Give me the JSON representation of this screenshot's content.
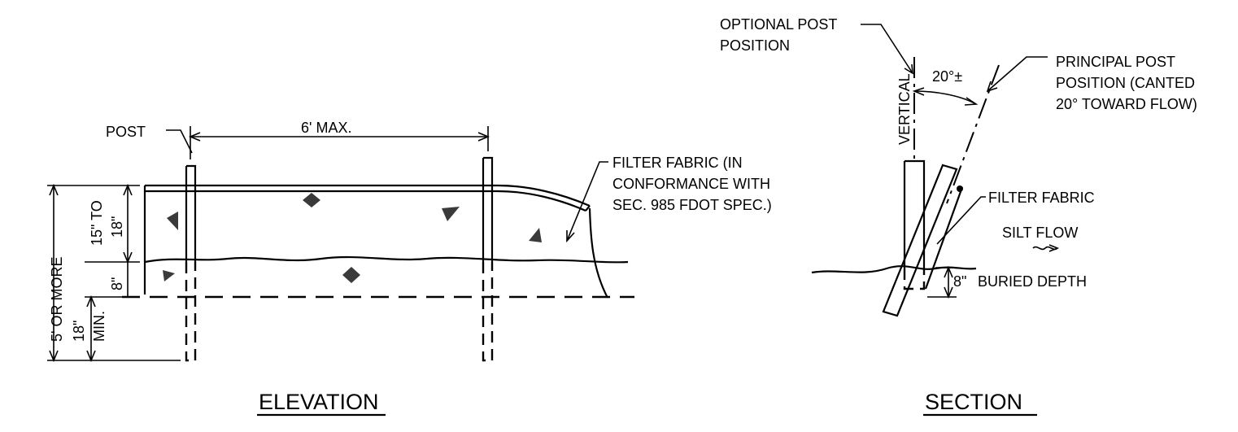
{
  "elevation": {
    "title": "ELEVATION",
    "post_label": "POST",
    "spacing_label": "6' MAX.",
    "fabric_label": [
      "FILTER FABRIC (IN",
      "CONFORMANCE WITH",
      "SEC. 985 FDOT SPEC.)"
    ],
    "overall_height_label": "5' OR MORE",
    "fabric_height_label": [
      "15\" TO",
      "18\""
    ],
    "above_ground_label": "8\"",
    "embed_label": [
      "18\"",
      "MIN."
    ]
  },
  "section": {
    "title": "SECTION",
    "optional_post_label": [
      "OPTIONAL POST",
      "POSITION"
    ],
    "vertical_label": "VERTICAL",
    "angle_label": "20°±",
    "principal_post_label": [
      "PRINCIPAL POST",
      "POSITION (CANTED",
      "20° TOWARD FLOW)"
    ],
    "fabric_label": "FILTER FABRIC",
    "flow_label": "SILT FLOW",
    "depth_value": "8\"",
    "depth_label": "BURIED DEPTH"
  }
}
